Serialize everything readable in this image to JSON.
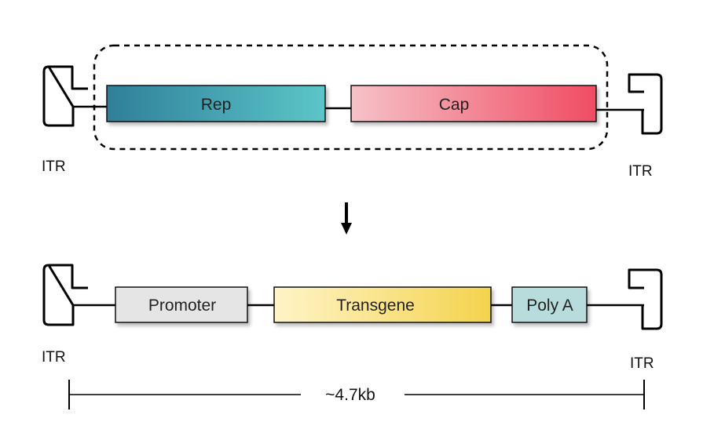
{
  "top_construct": {
    "left_itr": "ITR",
    "right_itr": "ITR",
    "genes": [
      {
        "label": "Rep",
        "gradient": [
          "#2f7f9a",
          "#5cc6c8"
        ]
      },
      {
        "label": "Cap",
        "gradient": [
          "#f6c2c8",
          "#f04c63"
        ]
      }
    ]
  },
  "bottom_construct": {
    "left_itr": "ITR",
    "right_itr": "ITR",
    "elements": [
      {
        "label": "Promoter",
        "fill": "#e5e5e5"
      },
      {
        "label": "Transgene",
        "gradient": [
          "#fff4c8",
          "#f4d34d"
        ]
      },
      {
        "label": "Poly A",
        "fill": "#b7dcdb"
      }
    ]
  },
  "size_annotation": "~4.7kb"
}
